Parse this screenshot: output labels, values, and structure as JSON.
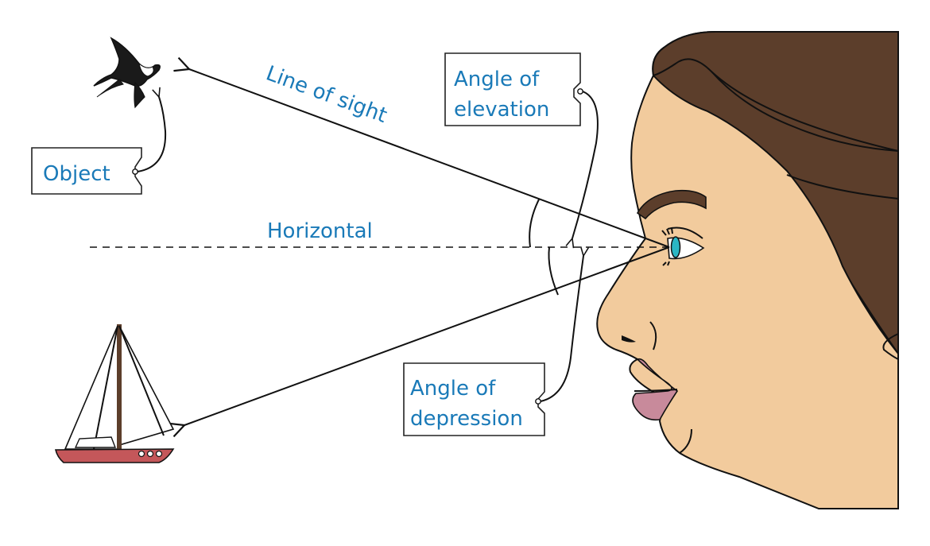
{
  "labels": {
    "line_of_sight": "Line of sight",
    "horizontal": "Horizontal",
    "object": "Object",
    "elevation_1": "Angle of",
    "elevation_2": "elevation",
    "depression_1": "Angle of",
    "depression_2": "depression"
  },
  "colors": {
    "label": "#1a7ab8",
    "skin": "#f2cb9d",
    "hair": "#5c3e2b",
    "lips": "#c88a9b",
    "iris": "#2bb6c4",
    "boat_hull": "#c4575a",
    "line": "#111111"
  },
  "icons": [
    "bird-icon",
    "sailboat-icon",
    "face-illustration"
  ]
}
